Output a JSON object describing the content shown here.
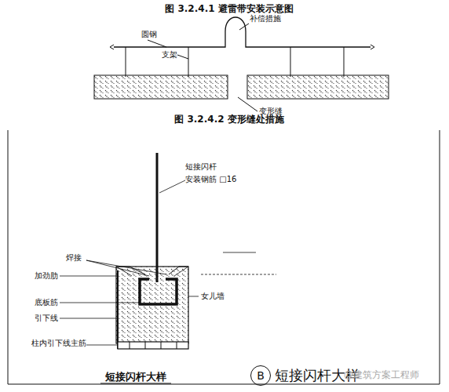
{
  "diagram": {
    "nodes": [
      {
        "text": [
          "B"
        ]
      }
    ],
    "edges": [],
    "labels": [
      "图 3.2.4.1 避雷带安装示意图",
      "圆钢",
      "补偿措施",
      "支架",
      "变形缝",
      "图 3.2.4.2 变形缝处措施",
      "短接闪杆",
      "安装钢筋 □16",
      "焊接",
      "加劲肋",
      "底板筋",
      "引下线",
      "柱内引下线主筋",
      "女儿墙",
      "短接闪杆大样",
      "短接闪杆大样",
      "@建筑方案工程师"
    ]
  }
}
